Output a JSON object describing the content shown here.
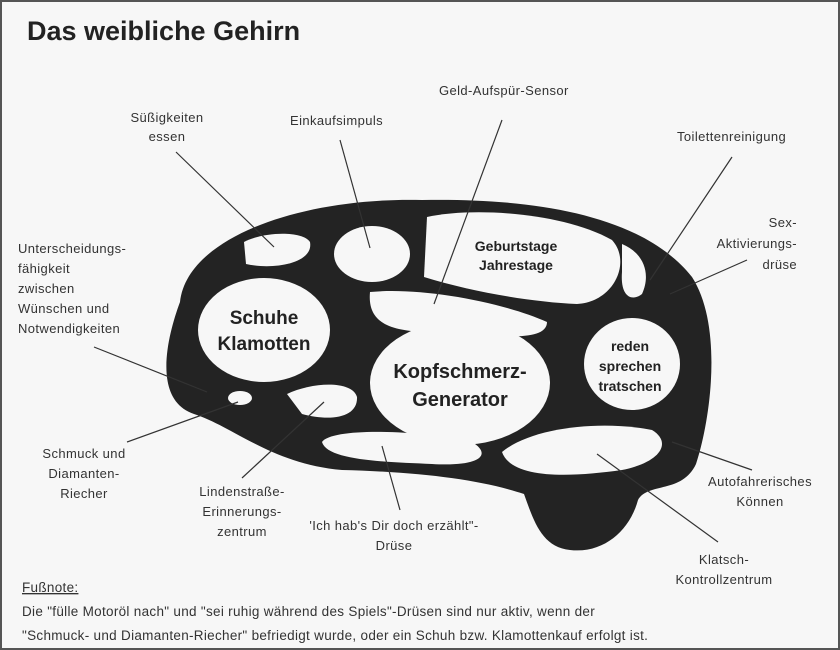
{
  "title": "Das weibliche Gehirn",
  "regions": {
    "schuhe": [
      "Schuhe",
      "Klamotten"
    ],
    "kopfschmerz": [
      "Kopfschmerz-",
      "Generator"
    ],
    "geburtstage": [
      "Geburtstage",
      "Jahrestage"
    ],
    "reden": [
      "reden",
      "sprechen",
      "tratschen"
    ]
  },
  "labels": {
    "geld": [
      "Geld-Aufspür-Sensor"
    ],
    "suess": [
      "Süßigkeiten",
      "essen"
    ],
    "einkauf": [
      "Einkaufsimpuls"
    ],
    "toilette": [
      "Toilettenreinigung"
    ],
    "sex": [
      "Sex-",
      "Aktivierungs-",
      "drüse"
    ],
    "unterscheidung": [
      "Unterscheidungs-",
      "fähigkeit",
      "zwischen",
      "Wünschen und",
      "Notwendigkeiten"
    ],
    "schmuck": [
      "Schmuck und",
      "Diamanten-",
      "Riecher"
    ],
    "linden": [
      "Lindenstraße-",
      "Erinnerungs-",
      "zentrum"
    ],
    "ichhabs": [
      "'Ich hab's Dir doch erzählt\"-",
      "Drüse"
    ],
    "auto": [
      "Autofahrerisches",
      "Können"
    ],
    "klatsch": [
      "Klatsch-",
      "Kontrollzentrum"
    ]
  },
  "footnote": {
    "heading": "Fußnote:",
    "lines": [
      "Die \"fülle Motoröl nach\" und \"sei ruhig während des Spiels\"-Drüsen sind nur aktiv, wenn der",
      "\"Schmuck- und Diamanten-Riecher\" befriedigt wurde, oder ein Schuh bzw. Klamottenkauf erfolgt ist."
    ]
  }
}
